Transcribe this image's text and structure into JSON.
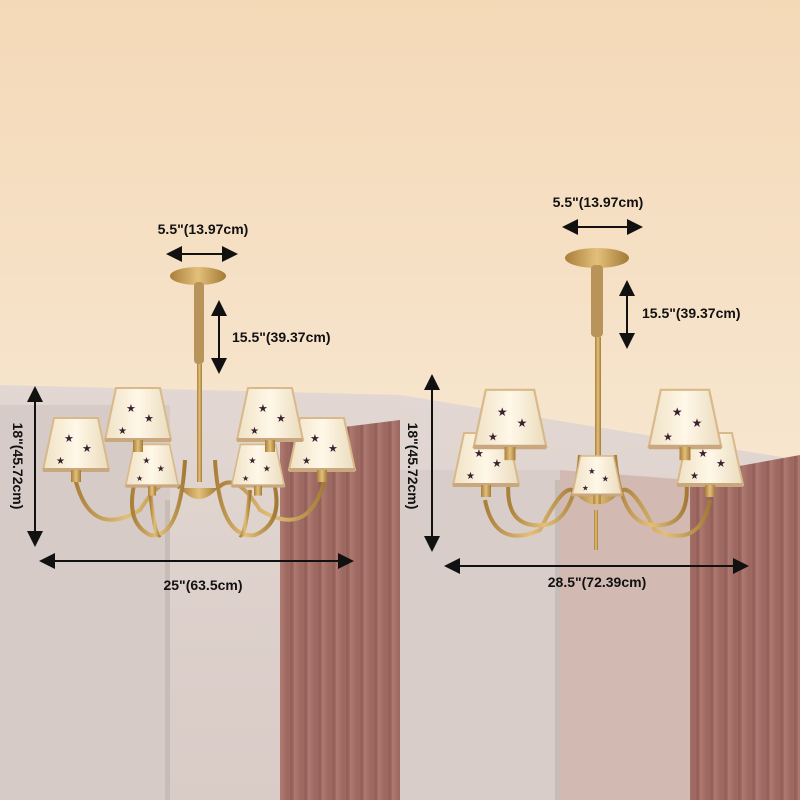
{
  "left_view": {
    "canopy_width": "5.5\"(13.97cm)",
    "rod_length": "15.5\"(39.37cm)",
    "height": "18\"(45.72cm)",
    "width": "25\"(63.5cm)"
  },
  "right_view": {
    "canopy_width": "5.5\"(13.97cm)",
    "rod_length": "15.5\"(39.37cm)",
    "height": "18\"(45.72cm)",
    "width": "28.5\"(72.39cm)"
  },
  "colors": {
    "brass": "#c9a055",
    "shade": "#f6ecd6",
    "curtain": "#a8736c",
    "ceiling": "#f2dcc0"
  }
}
